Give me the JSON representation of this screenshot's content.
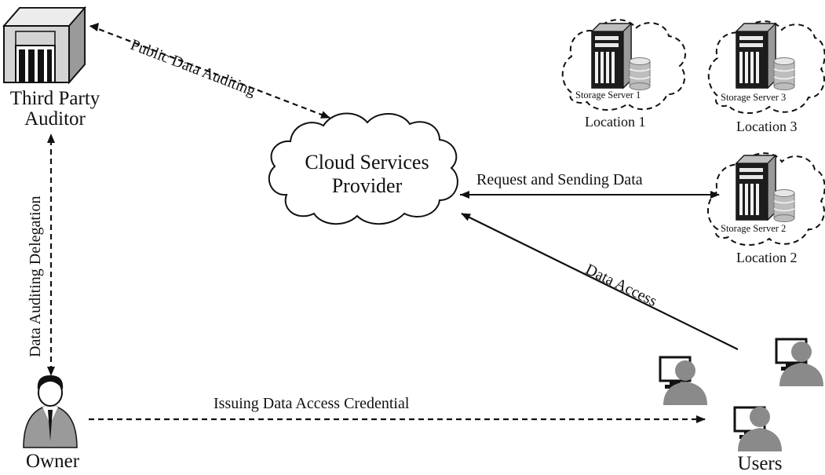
{
  "third_party_auditor": {
    "line1": "Third Party",
    "line2": "Auditor"
  },
  "cloud": {
    "line1": "Cloud Services",
    "line2": "Provider"
  },
  "owner": {
    "label": "Owner"
  },
  "users": {
    "label": "Users"
  },
  "servers": [
    {
      "server": "Storage Server 1",
      "location": "Location 1"
    },
    {
      "server": "Storage Server 3",
      "location": "Location 3"
    },
    {
      "server": "Storage Server 2",
      "location": "Location 2"
    }
  ],
  "edges": {
    "public_auditing": "Public Data Auditing",
    "request_sending": "Request and Sending Data",
    "data_access": "Data Access",
    "delegation": "Data Auditing Delegation",
    "credential": "Issuing Data Access Credential"
  }
}
